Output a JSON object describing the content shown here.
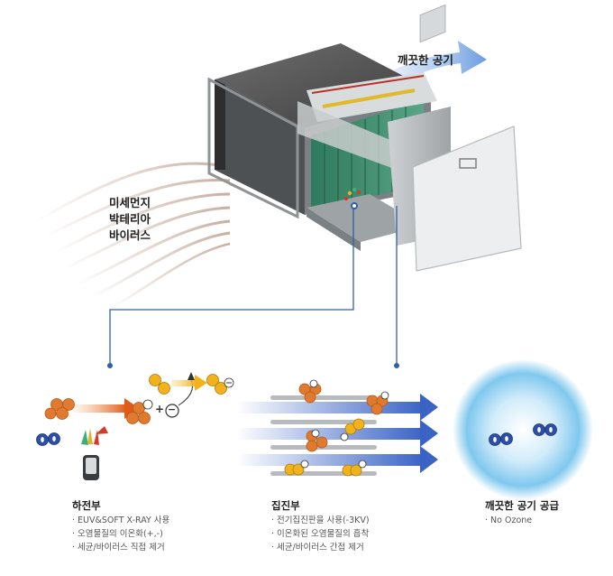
{
  "labels": {
    "clean_air": "깨끗한 공기",
    "pollutants": [
      "미세먼지",
      "박테리아",
      "바이러스"
    ]
  },
  "sections": [
    {
      "title": "하전부",
      "bullets": [
        "· EUV&SOFT X-RAY 사용",
        "· 오염물질의 이온화(+,-)",
        "· 세균/바이러스 직접 제거"
      ]
    },
    {
      "title": "집진부",
      "bullets": [
        "· 전기집진판을 사용(-3KV)",
        "· 이온화된 오염물질의 흡착",
        "· 세균/바이러스 간접 제거"
      ]
    },
    {
      "title": "깨끗한 공기 공급",
      "bullets": [
        "· No Ozone"
      ]
    }
  ],
  "symbols": {
    "plus": "+",
    "minus": "−"
  },
  "colors": {
    "particle": "#e07a2e",
    "particle_dark": "#b8561b",
    "ion_yellow": "#f2b21c",
    "molecule_blue": "#2d4fa8",
    "arrow_blue": "#3a63c4",
    "line_blue": "#2f5fb0",
    "glow_blue": "#7fc8ee",
    "wind_brown": "#9b6b52"
  }
}
